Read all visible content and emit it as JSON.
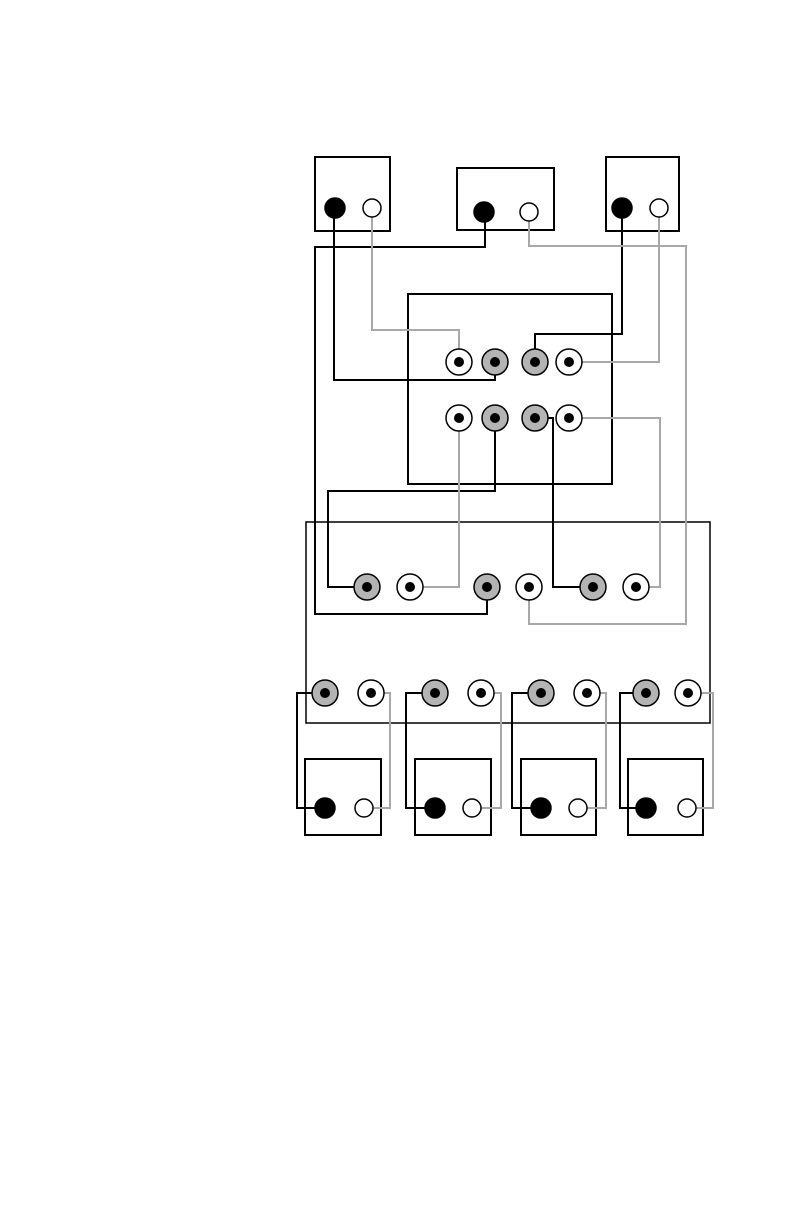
{
  "diagram": {
    "type": "connection-wiring-diagram",
    "colors": {
      "line_black": "#000000",
      "line_gray": "#a8a8a8",
      "jack_gray_fill": "#b4b4b4",
      "background": "#ffffff"
    },
    "components": [
      {
        "name": "top-left-source-box",
        "jacks": [
          "solid",
          "open"
        ]
      },
      {
        "name": "top-center-source-box",
        "jacks": [
          "solid",
          "open"
        ]
      },
      {
        "name": "top-right-source-box",
        "jacks": [
          "solid",
          "open"
        ]
      },
      {
        "name": "center-panel",
        "jacks": [
          "ring",
          "gray",
          "gray",
          "ring",
          "ring",
          "gray",
          "gray",
          "ring"
        ]
      },
      {
        "name": "main-panel",
        "jacks": [
          "gray",
          "ring",
          "gray",
          "ring",
          "gray",
          "ring",
          "gray",
          "ring",
          "gray",
          "ring",
          "gray",
          "ring",
          "gray",
          "ring"
        ]
      },
      {
        "name": "bottom-box-1",
        "jacks": [
          "solid",
          "open"
        ]
      },
      {
        "name": "bottom-box-2",
        "jacks": [
          "solid",
          "open"
        ]
      },
      {
        "name": "bottom-box-3",
        "jacks": [
          "solid",
          "open"
        ]
      },
      {
        "name": "bottom-box-4",
        "jacks": [
          "solid",
          "open"
        ]
      }
    ]
  }
}
